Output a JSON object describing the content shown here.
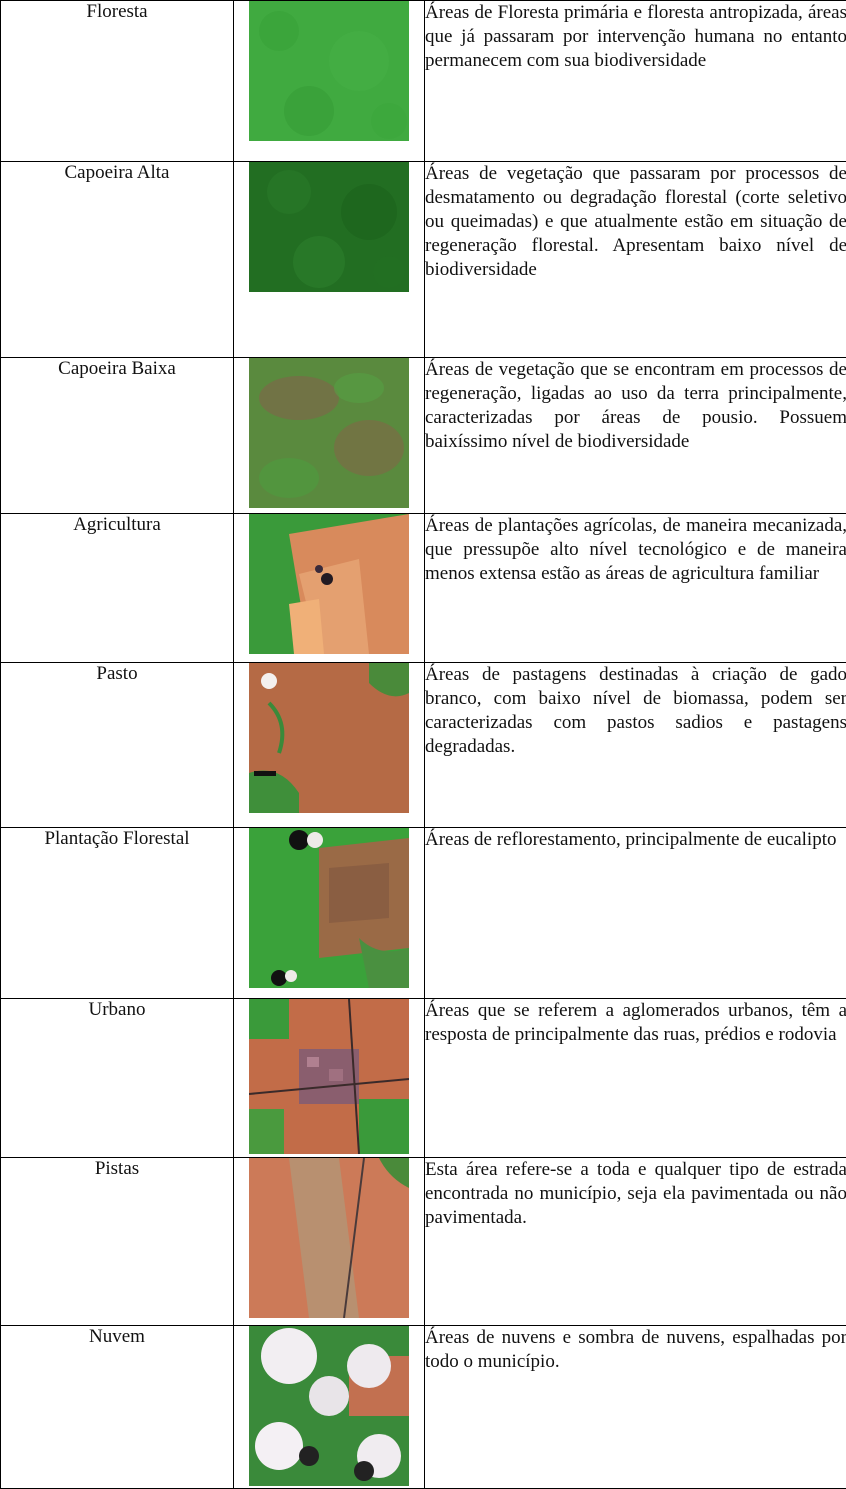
{
  "rows": [
    {
      "class_name": "Floresta",
      "description": "Áreas de Floresta primária e floresta antropizada, áreas que já passaram por intervenção humana no entanto permanecem com sua biodiversidade",
      "image": "satellite-forest-thumbnail",
      "colors": [
        "#3aa63a",
        "#2f8f2f"
      ]
    },
    {
      "class_name": "Capoeira Alta",
      "description": "Áreas de vegetação que passaram por processos de desmatamento ou degradação florestal (corte seletivo ou queimadas) e que atualmente estão em situação de regeneração florestal. Apresentam baixo nível de biodiversidade",
      "image": "satellite-high-secondary-vegetation-thumbnail",
      "colors": [
        "#1f6b1f",
        "#2b7d2b"
      ]
    },
    {
      "class_name": "Capoeira Baixa",
      "description": "Áreas de vegetação que se encontram em processos de regeneração, ligadas ao uso da terra principalmente, caracterizadas por áreas de pousio. Possuem baixíssimo nível de biodiversidade",
      "image": "satellite-low-secondary-vegetation-thumbnail",
      "colors": [
        "#4f8a3a",
        "#7a6b45"
      ]
    },
    {
      "class_name": "Agricultura",
      "description": "Áreas de plantações agrícolas, de maneira mecanizada, que pressupõe alto nível tecnológico e de maneira menos extensa estão as áreas de agricultura familiar",
      "image": "satellite-agriculture-thumbnail",
      "colors": [
        "#d98a5a",
        "#3a9a3a"
      ]
    },
    {
      "class_name": "Pasto",
      "description": "Áreas de pastagens destinadas à criação de gado branco, com baixo nível de biomassa, podem ser caracterizadas com pastos sadios e pastagens degradadas.",
      "image": "satellite-pasture-thumbnail",
      "colors": [
        "#b46a45",
        "#3f8f3a"
      ]
    },
    {
      "class_name": "Plantação Florestal",
      "description": "Áreas de reflorestamento, principalmente de eucalipto",
      "image": "satellite-forest-plantation-thumbnail",
      "colors": [
        "#38a038",
        "#9a6a45"
      ]
    },
    {
      "class_name": "Urbano",
      "description": "Áreas que se referem a aglomerados urbanos, têm a resposta de principalmente das ruas, prédios e rodovia",
      "image": "satellite-urban-thumbnail",
      "colors": [
        "#c06a48",
        "#8a5a6a"
      ]
    },
    {
      "class_name": "Pistas",
      "description": "Esta área refere-se a toda e qualquer tipo de estrada encontrada no município, seja ela pavimentada ou não pavimentada.",
      "image": "satellite-roads-thumbnail",
      "colors": [
        "#cc7a58",
        "#b88a68"
      ]
    },
    {
      "class_name": "Nuvem",
      "description": "Áreas de nuvens e sombra de nuvens, espalhadas por todo o município.",
      "image": "satellite-clouds-thumbnail",
      "colors": [
        "#f2eef2",
        "#3a8a3a"
      ]
    }
  ]
}
